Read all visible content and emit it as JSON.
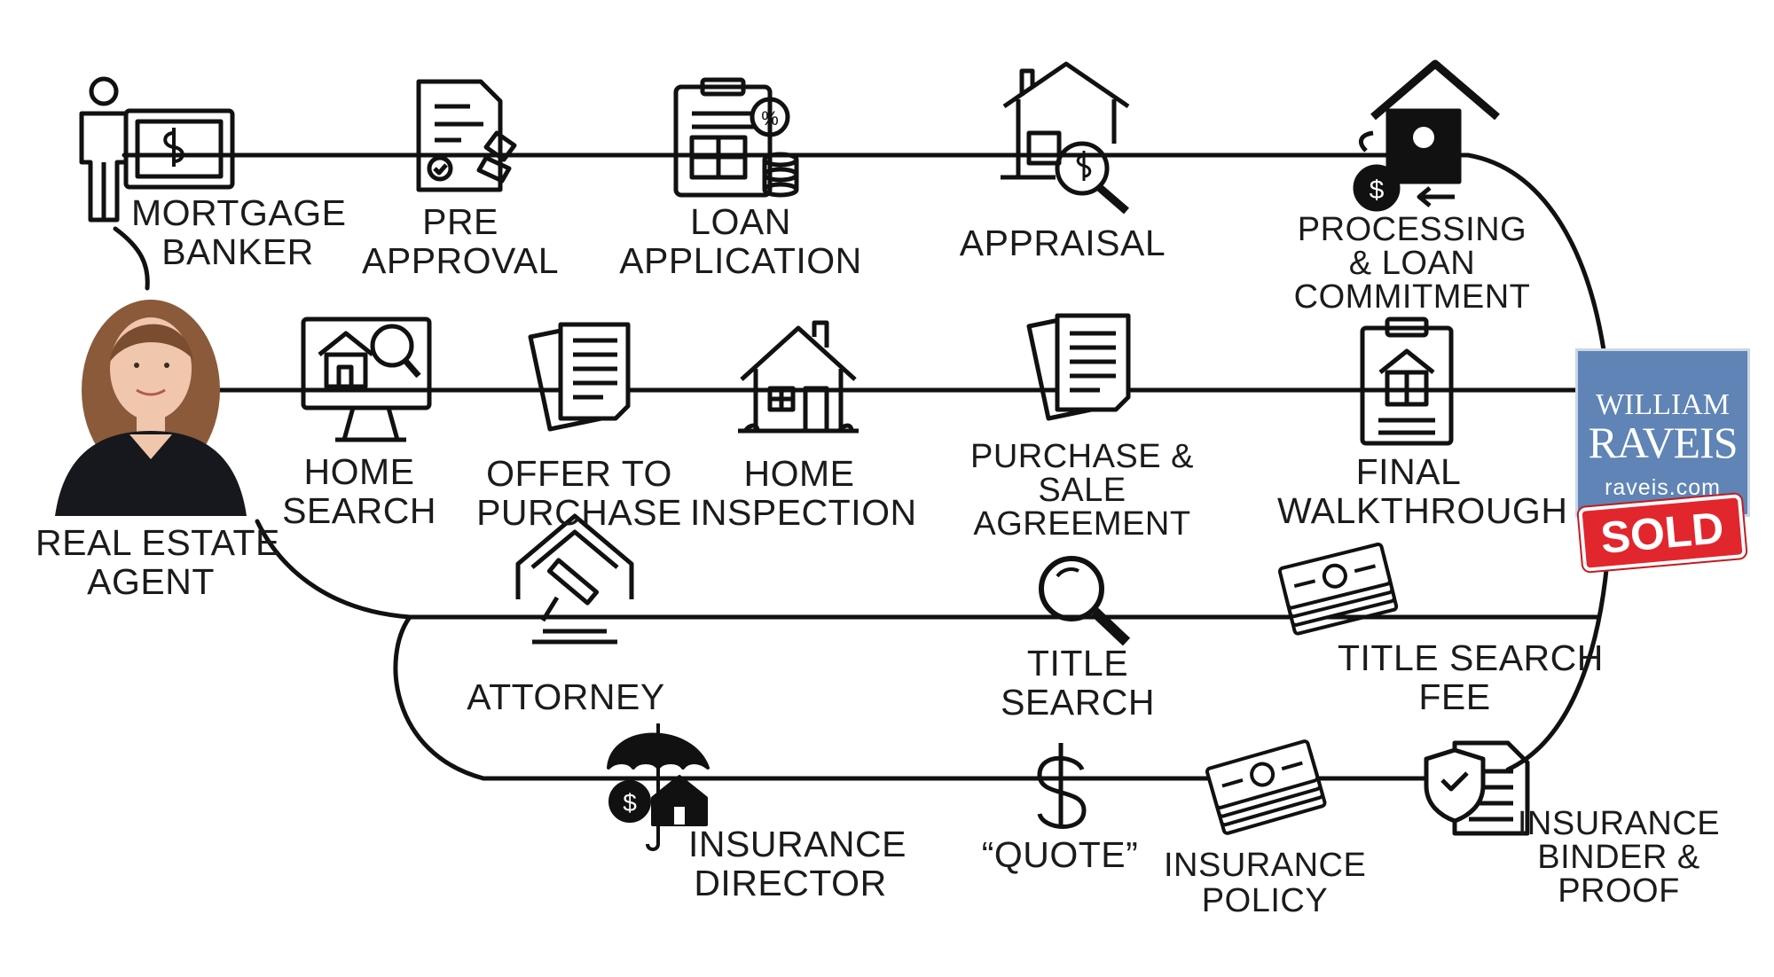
{
  "roles": {
    "mortgage_banker": [
      "MORTGAGE",
      "BANKER"
    ],
    "real_estate_agent": [
      "REAL ESTATE",
      "AGENT"
    ],
    "attorney": [
      "ATTORNEY"
    ],
    "insurance_director": [
      "INSURANCE",
      "DIRECTOR"
    ]
  },
  "mortgage_steps": [
    {
      "id": "pre-approval",
      "lines": [
        "PRE",
        "APPROVAL"
      ],
      "icon": "document-stamp-icon"
    },
    {
      "id": "loan-application",
      "lines": [
        "LOAN",
        "APPLICATION"
      ],
      "icon": "clipboard-percent-icon"
    },
    {
      "id": "appraisal",
      "lines": [
        "APPRAISAL"
      ],
      "icon": "house-magnifier-dollar-icon"
    },
    {
      "id": "processing",
      "lines": [
        "PROCESSING",
        "& LOAN",
        "COMMITMENT"
      ],
      "icon": "house-dollar-exchange-icon"
    }
  ],
  "agent_steps": [
    {
      "id": "home-search",
      "lines": [
        "HOME",
        "SEARCH"
      ],
      "icon": "monitor-house-search-icon"
    },
    {
      "id": "offer",
      "lines": [
        "OFFER TO",
        "PURCHASE"
      ],
      "icon": "documents-icon"
    },
    {
      "id": "inspection",
      "lines": [
        "HOME",
        "INSPECTION"
      ],
      "icon": "house-icon"
    },
    {
      "id": "purchase-sale",
      "lines": [
        "PURCHASE &",
        "SALE",
        "AGREEMENT"
      ],
      "icon": "documents-stack-icon"
    },
    {
      "id": "walkthrough",
      "lines": [
        "FINAL",
        "WALKTHROUGH"
      ],
      "icon": "clipboard-house-icon"
    }
  ],
  "attorney_steps": [
    {
      "id": "title-search",
      "lines": [
        "TITLE",
        "SEARCH"
      ],
      "icon": "magnifier-icon"
    },
    {
      "id": "title-fee",
      "lines": [
        "TITLE SEARCH",
        "FEE"
      ],
      "icon": "cash-stack-icon"
    }
  ],
  "insurance_steps": [
    {
      "id": "quote",
      "lines": [
        "“QUOTE”"
      ],
      "icon": "dollar-sign-icon"
    },
    {
      "id": "policy",
      "lines": [
        "INSURANCE",
        "POLICY"
      ],
      "icon": "cash-stack-icon"
    },
    {
      "id": "binder",
      "lines": [
        "INSURANCE",
        "BINDER &",
        "PROOF"
      ],
      "icon": "shield-document-icon"
    }
  ],
  "logo": {
    "line1": "WILLIAM",
    "line2": "RAVEIS",
    "url": "raveis.com",
    "badge": "SOLD"
  },
  "colors": {
    "ink": "#111111",
    "logo_blue": "#5f84b5",
    "sold_red": "#e2262d"
  }
}
